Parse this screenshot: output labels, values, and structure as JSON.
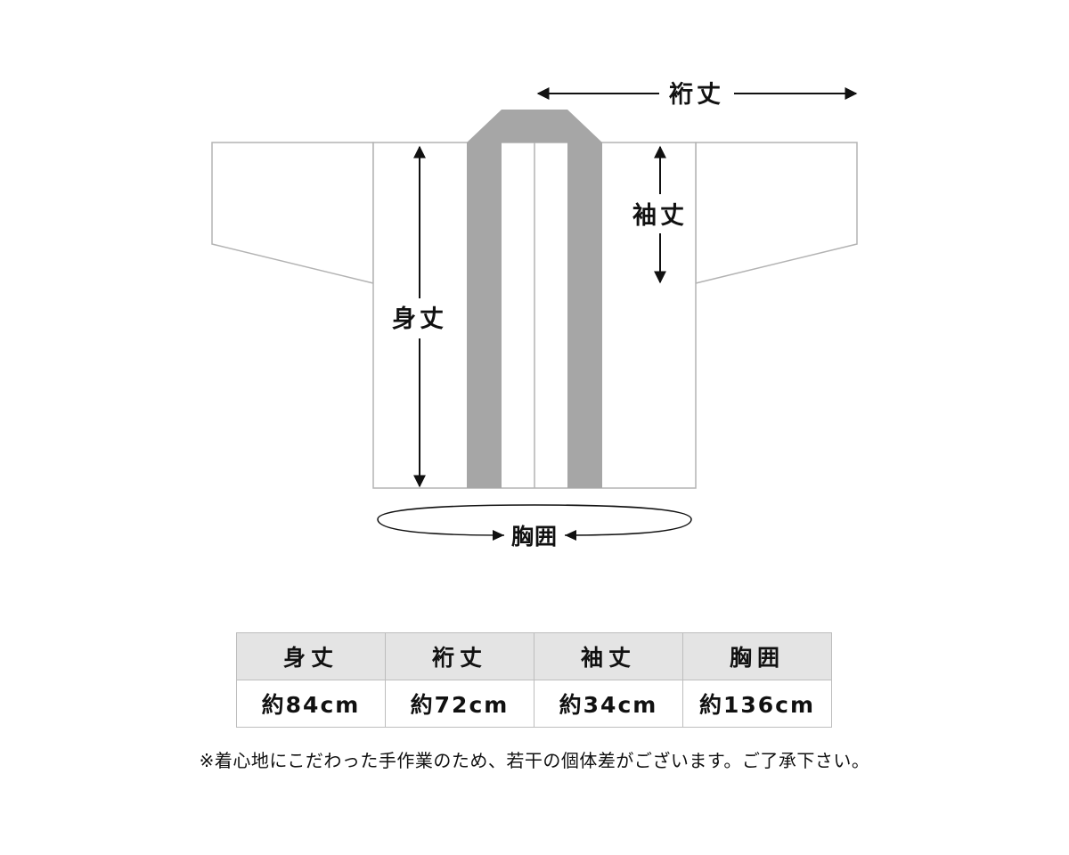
{
  "labels": {
    "body_length": "身丈",
    "yuki": "裄丈",
    "sleeve_length": "袖丈",
    "chest": "胸囲"
  },
  "table": {
    "headers": [
      "身丈",
      "裄丈",
      "袖丈",
      "胸囲"
    ],
    "values": [
      "約84cm",
      "約72cm",
      "約34cm",
      "約136cm"
    ]
  },
  "note": "※着心地にこだわった手作業のため、若干の個体差がございます。ご了承下さい。",
  "colors": {
    "collar": "#a6a6a6",
    "outline": "#b3b3b3",
    "arrow": "#111111",
    "header_bg": "#e4e4e4"
  }
}
